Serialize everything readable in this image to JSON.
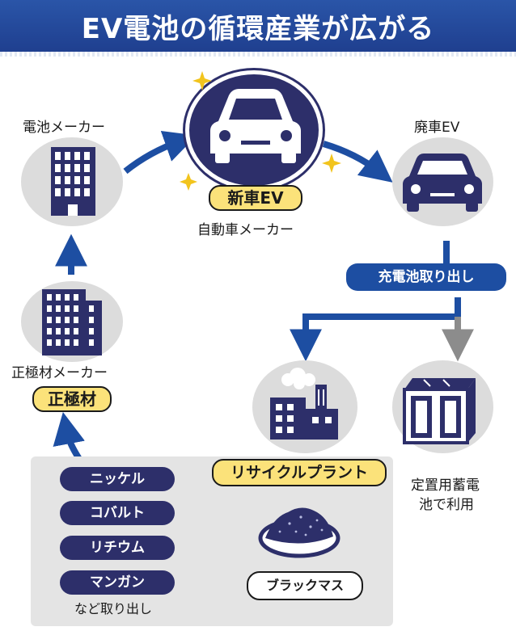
{
  "header": {
    "title": "EV電池の循環産業が広がる"
  },
  "nodes": {
    "battery_maker": "電池メーカー",
    "new_ev_badge": "新車EV",
    "auto_maker": "自動車メーカー",
    "scrapped_ev": "廃車EV",
    "extract_badge": "充電池取り出し",
    "cathode_maker": "正極材メーカー",
    "cathode_badge": "正極材",
    "recycle_badge": "リサイクルプラント",
    "storage_line1": "定置用蓄電",
    "storage_line2": "池で利用"
  },
  "metals": [
    "ニッケル",
    "コバルト",
    "リチウム",
    "マンガン"
  ],
  "metals_note": "など取り出し",
  "blackmass": "ブラックマス",
  "colors": {
    "header": "#1f3f8f",
    "arrow": "#1d4ea2",
    "navy": "#2d2f6a",
    "yellow": "#fbe27a",
    "gray_circle": "#dcdcdc",
    "panel": "#e4e4e4"
  },
  "icons": [
    "building-icon",
    "car-icon",
    "factory-icon",
    "battery-storage-icon",
    "powder-dish-icon",
    "sparkle-icon"
  ]
}
